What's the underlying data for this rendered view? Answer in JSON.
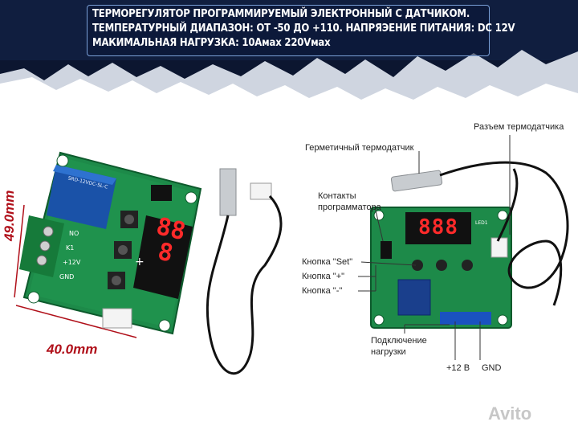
{
  "banner": {
    "line1": "ТЕРМОРЕГУЛЯТОР ПРОГРАММИРУЕМЫЙ ЭЛЕКТРОННЫЙ С ДАТЧИКОМ.",
    "line2": "ТЕМПЕРАТУРНЫЙ ДИАПАЗОН: ОТ -50 ДО +110. НАПРЯЭЕНИЕ ПИТАНИЯ: DC 12V",
    "line3": "МАКИМАЛЬНАЯ НАГРУЗКА: 10Амах 220Vмах"
  },
  "dimensions": {
    "width": "40.0mm",
    "height": "49.0mm"
  },
  "labels": {
    "sensor_connector": "Разъем термодатчика",
    "sealed_sensor": "Герметичный термодатчик",
    "programmer_contacts_1": "Контакты",
    "programmer_contacts_2": "программатора",
    "button_set": "Кнопка \"Set\"",
    "button_plus": "Кнопка \"+\"",
    "button_minus": "Кнопка \"-\"",
    "load_connection_1": "Подключение",
    "load_connection_2": "нагрузки",
    "plus12v": "+12 В",
    "gnd": "GND"
  },
  "board_left": {
    "terminals": [
      "NO",
      "K1",
      "+12V",
      "GND"
    ],
    "relay_text": "SRD-12VDC-SL-C",
    "display": "888",
    "sign_symbol": "+"
  },
  "board_right": {
    "display": "888",
    "led_label": "LED1"
  },
  "watermark": "Avito",
  "colors": {
    "banner_bg": "#0c1630",
    "pcb": "#1f8a4c",
    "display_red": "#ff2a2a",
    "dimension": "#b0101a"
  }
}
